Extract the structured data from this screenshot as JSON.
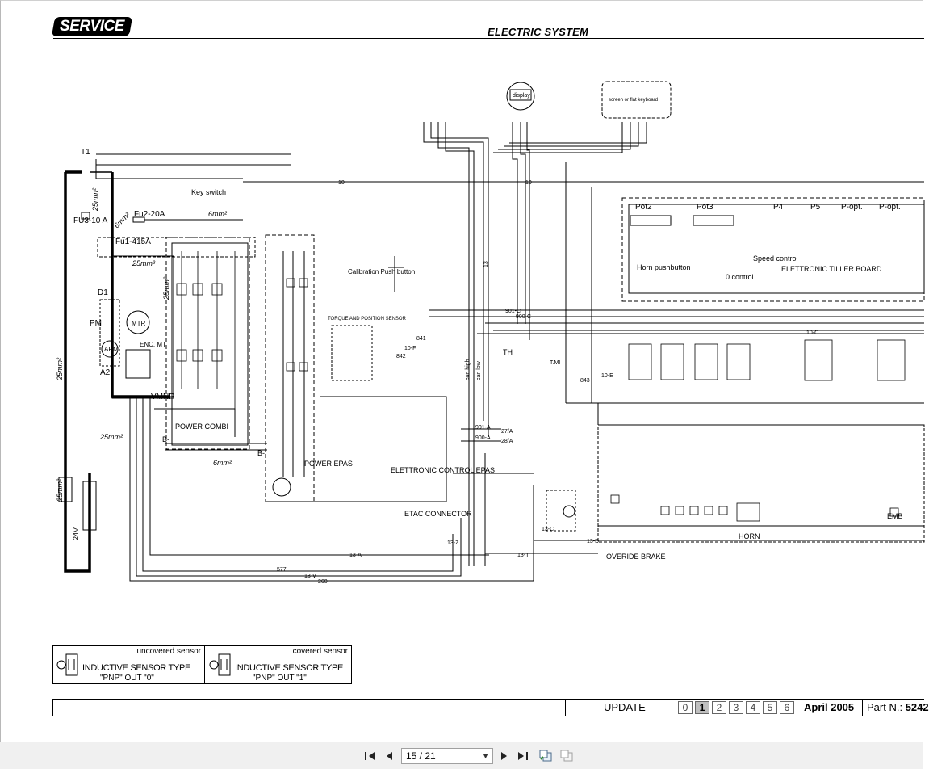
{
  "header": {
    "logo_text": "SERVICE",
    "title": "ELECTRIC SYSTEM"
  },
  "schematic": {
    "labels": {
      "t1": "T1",
      "fu3": "FU3-10 A",
      "fu2": "Fu2-20A",
      "fu1": "Fu1-415A",
      "d1": "D1",
      "pm": "PM",
      "a2": "A2",
      "mtr": "MTR",
      "arm": "ARM",
      "enc": "ENC. MT",
      "vmnp": "VMNP",
      "power_combi": "POWER COMBI",
      "power_epas": "POWER EPAS",
      "ecu_epas": "ELETTRONIC CONTROL EPAS",
      "etac": "ETAC CONNECTOR",
      "key_switch": "Key switch",
      "calibration": "Calibration Push button",
      "torque": "TORQUE AND POSITION SENSOR",
      "display": "display",
      "screen": "screen or flat keyboard",
      "pot2": "Pot2",
      "pot3": "Pot3",
      "p4": "P4",
      "p5": "P5",
      "popt1": "P-opt.",
      "popt2": "P-opt.",
      "horn_push": "Horn pushbutton",
      "speed": "Speed control",
      "zero": "0 control",
      "tiller": "ELETTRONIC TILLER BOARD",
      "emb": "EMB",
      "horn": "HORN",
      "override": "OVERIDE BRAKE",
      "th": "TH",
      "tmi": "T.MI",
      "v24": "24V",
      "b_minus": "B-",
      "b_minus2": "B-",
      "mm25a": "25mm²",
      "mm25b": "25mm²",
      "mm25c": "25mm²",
      "mm25d": "25mm²",
      "mm25e": "25mm²",
      "mm25f": "25mm²",
      "mm6a": "6mm²",
      "mm6b": "6mm²",
      "mm6c": "6mm²",
      "can_high": "can high",
      "can_low": "can low",
      "w10a": "10",
      "w10b": "10",
      "w13": "13",
      "w13a": "13-A",
      "w577": "577",
      "w13v": "13-V",
      "w260": "260",
      "w13z": "13-Z",
      "w13c": "13-C",
      "w13d": "13-D",
      "w10c": "10-C",
      "w10f": "10-F",
      "w842": "842",
      "w841": "841",
      "w843": "843",
      "w10e": "10-E",
      "w901c": "901-C",
      "w900c": "900-C",
      "w901a": "901-A",
      "w900a": "900-A",
      "w27a": "27/A",
      "w28a": "28/A",
      "w13t": "13-T"
    }
  },
  "legend": {
    "uncovered": {
      "tag": "uncovered sensor",
      "type": "INDUCTIVE SENSOR TYPE",
      "out": "\"PNP\"  OUT \"0\""
    },
    "covered": {
      "tag": "covered sensor",
      "type": "INDUCTIVE SENSOR TYPE",
      "out": "\"PNP\"  OUT \"1\""
    }
  },
  "footer": {
    "update_label": "UPDATE",
    "revisions": [
      "0",
      "1",
      "2",
      "3",
      "4",
      "5",
      "6"
    ],
    "active_revision": "1",
    "date": "April 2005",
    "part_label": "Part N.:",
    "part_number": "5242"
  },
  "viewer": {
    "page_indicator": "15 / 21",
    "icons": [
      "first-page-icon",
      "prev-page-icon",
      "next-page-icon",
      "last-page-icon",
      "view-mode-icon",
      "view-mode-alt-icon"
    ]
  }
}
